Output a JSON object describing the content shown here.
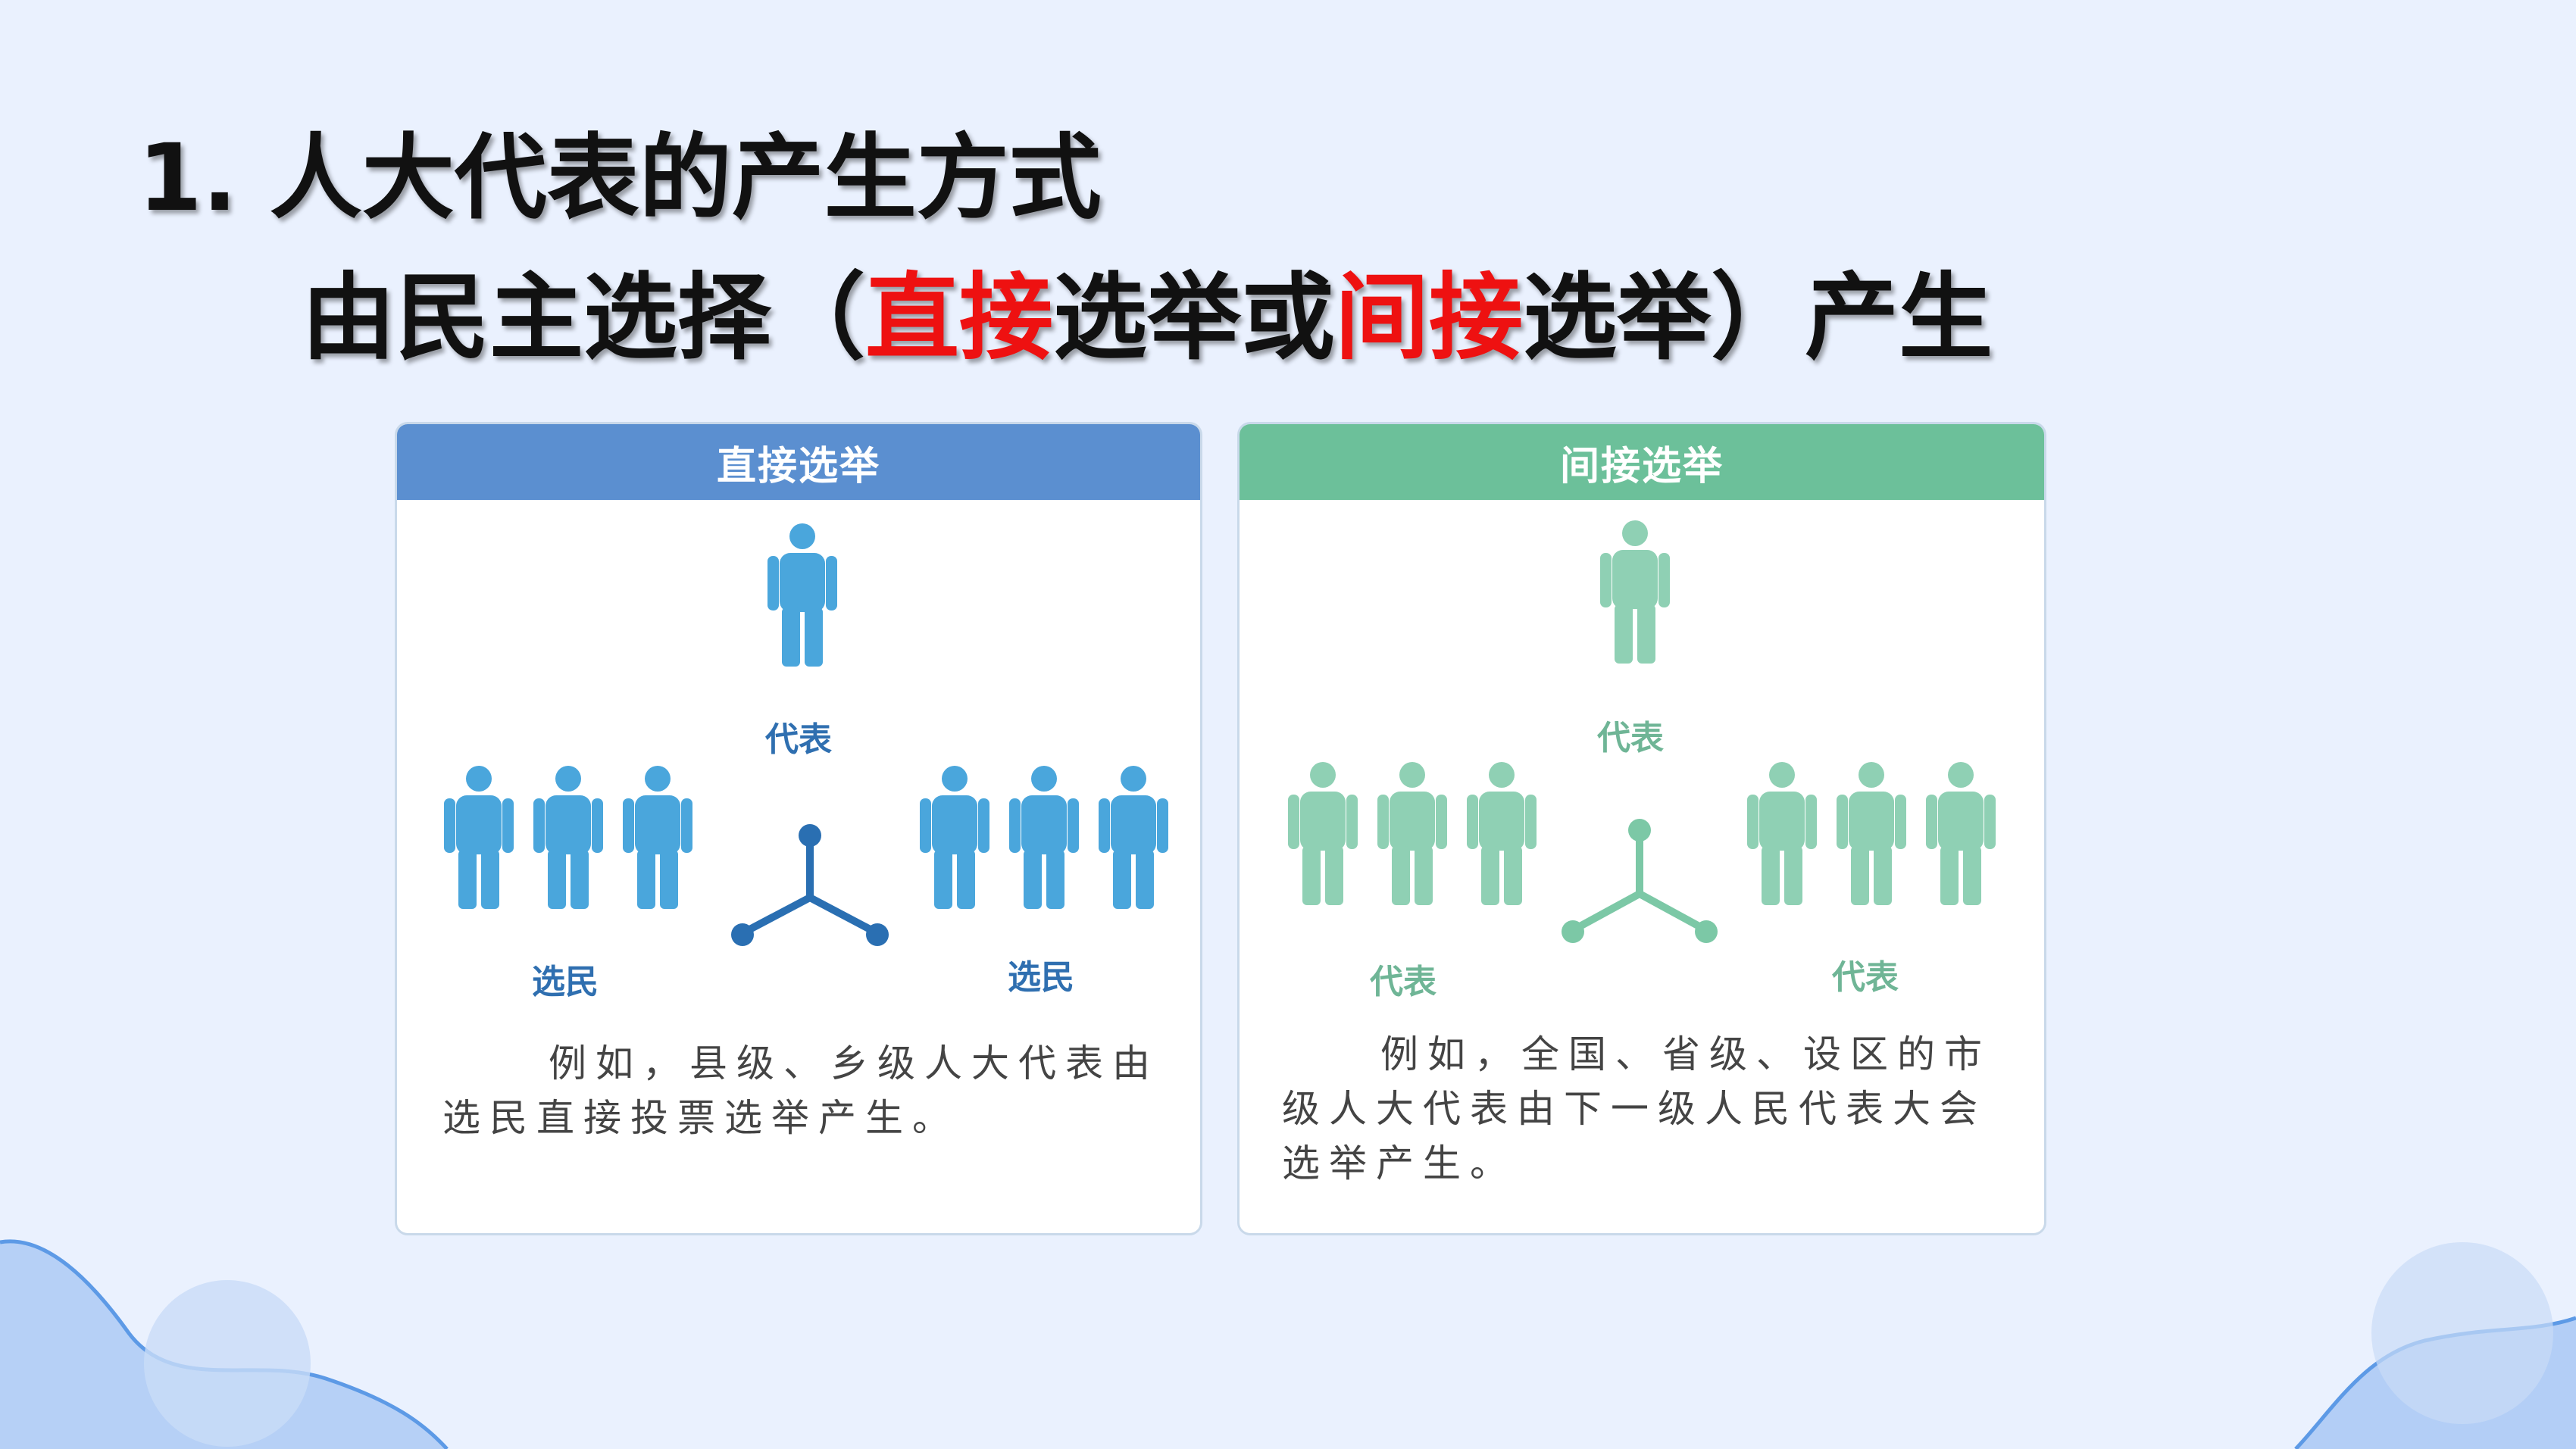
{
  "title": "1. 人大代表的产生方式",
  "subtitle": {
    "prefix": "由民主选择（",
    "highlight_1": "直接",
    "middle": "选举或",
    "highlight_2": "间接",
    "suffix": "选举）产生"
  },
  "colors": {
    "background": "#eaf1fe",
    "highlight": "#ee1111",
    "direct_header": "#5b8fd0",
    "direct_figure": "#4aa6dc",
    "indirect_header": "#6cc09a",
    "indirect_figure": "#8fd0b4"
  },
  "direct_panel": {
    "header": "直接选举",
    "top_label": "代表",
    "left_label": "选民",
    "right_label": "选民",
    "description": "例如，县级、乡级人大代表由选民直接投票选举产生。"
  },
  "indirect_panel": {
    "header": "间接选举",
    "top_label": "代表",
    "left_label": "代表",
    "right_label": "代表",
    "description": "例如，全国、省级、设区的市级人大代表由下一级人民代表大会选举产生。"
  }
}
